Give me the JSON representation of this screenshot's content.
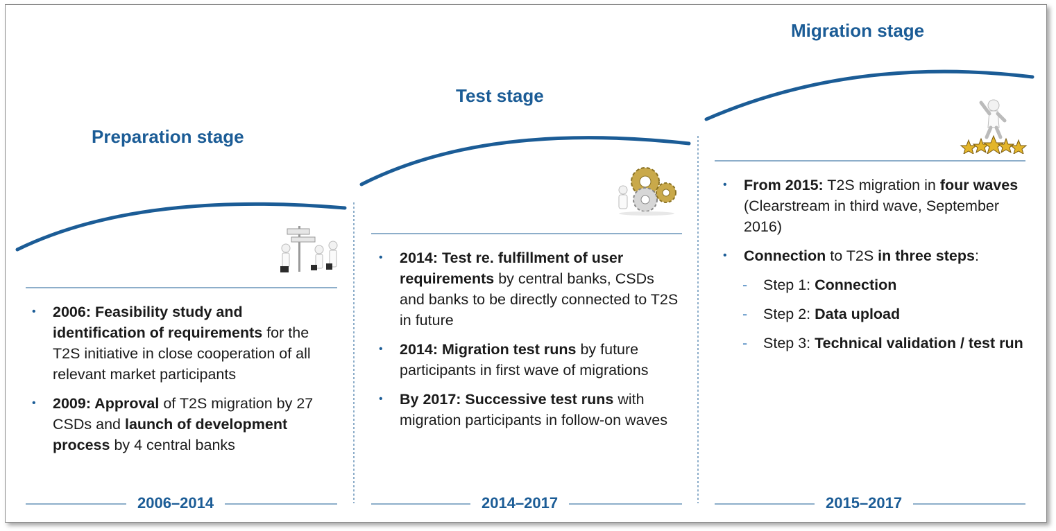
{
  "stages": [
    {
      "title": "Preparation stage",
      "period": "2006–2014",
      "icon": "signpost-people-icon",
      "bullets": [
        {
          "parts": [
            {
              "b": true,
              "t": "2006: Feasibility study and identification of requirements"
            },
            {
              "b": false,
              "t": " for the T2S initiative in close cooperation of all relevant market participants"
            }
          ]
        },
        {
          "parts": [
            {
              "b": true,
              "t": "2009: Approval"
            },
            {
              "b": false,
              "t": " of T2S migration by 27 CSDs and "
            },
            {
              "b": true,
              "t": "launch of development process"
            },
            {
              "b": false,
              "t": " by 4 central banks"
            }
          ]
        }
      ]
    },
    {
      "title": "Test stage",
      "period": "2014–2017",
      "icon": "gears-icon",
      "bullets": [
        {
          "parts": [
            {
              "b": true,
              "t": "2014: Test re. fulfillment of user requirements"
            },
            {
              "b": false,
              "t": " by central banks, CSDs and banks to be directly connected to T2S in future"
            }
          ]
        },
        {
          "parts": [
            {
              "b": true,
              "t": "2014: Migration test runs"
            },
            {
              "b": false,
              "t": " by future participants in first wave of migrations"
            }
          ]
        },
        {
          "parts": [
            {
              "b": true,
              "t": "By 2017: Successive test runs"
            },
            {
              "b": false,
              "t": " with migration participants in follow-on waves"
            }
          ]
        }
      ]
    },
    {
      "title": "Migration stage",
      "period": "2015–2017",
      "icon": "stars-figure-icon",
      "bullets": [
        {
          "parts": [
            {
              "b": true,
              "t": "From 2015:"
            },
            {
              "b": false,
              "t": " T2S migration in "
            },
            {
              "b": true,
              "t": "four waves"
            },
            {
              "b": false,
              "t": " (Clearstream in third wave, September 2016)"
            }
          ]
        },
        {
          "parts": [
            {
              "b": true,
              "t": "Connection"
            },
            {
              "b": false,
              "t": " to T2S "
            },
            {
              "b": true,
              "t": "in three steps"
            },
            {
              "b": false,
              "t": ":"
            }
          ]
        }
      ],
      "steps": [
        {
          "parts": [
            {
              "b": false,
              "t": "Step 1: "
            },
            {
              "b": true,
              "t": "Connection"
            }
          ]
        },
        {
          "parts": [
            {
              "b": false,
              "t": "Step 2: "
            },
            {
              "b": true,
              "t": "Data upload"
            }
          ]
        },
        {
          "parts": [
            {
              "b": false,
              "t": "Step 3: "
            },
            {
              "b": true,
              "t": "Technical validation / test run"
            }
          ]
        }
      ]
    }
  ],
  "colors": {
    "accent": "#1b5c96",
    "rule": "#1b5c96",
    "dash": "#4a86c0"
  }
}
